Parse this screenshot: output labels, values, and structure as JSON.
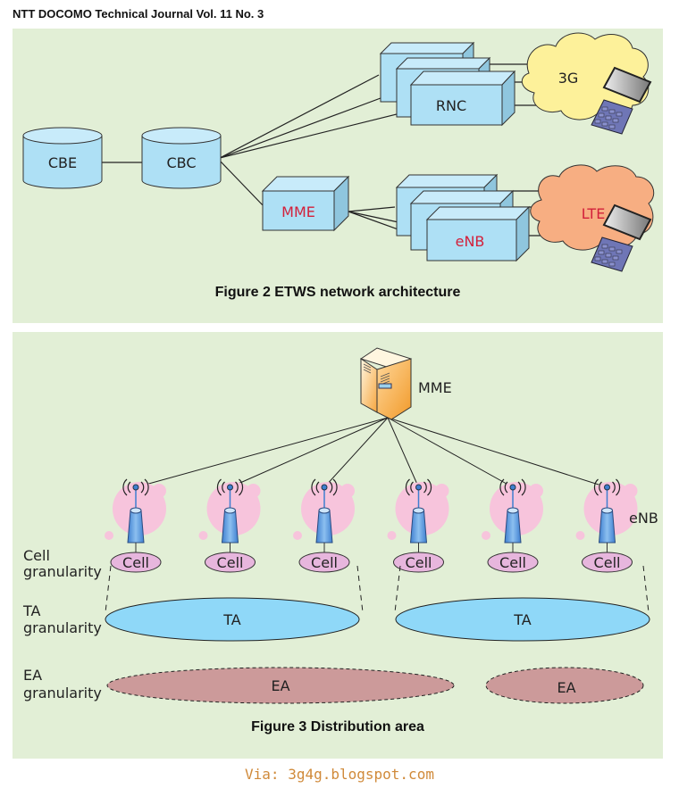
{
  "header": {
    "journal_title": "NTT DOCOMO Technical Journal Vol. 11 No. 3"
  },
  "figure2": {
    "caption": "Figure 2  ETWS network architecture",
    "nodes": {
      "cbe": "CBE",
      "cbc": "CBC",
      "rnc": "RNC",
      "mme": "MME",
      "enb": "eNB"
    },
    "clouds": {
      "g3": "3G",
      "lte": "LTE"
    },
    "colors": {
      "node_fill": "#aee0f5",
      "cloud_3g": "#fdf19a",
      "cloud_lte": "#f7ae82",
      "red_label": "#d3203a"
    }
  },
  "figure3": {
    "caption": "Figure 3  Distribution area",
    "mme_label": "MME",
    "enb_label": "eNB",
    "cell_label": "Cell",
    "cell_count": 6,
    "ta_label": "TA",
    "ea_label": "EA",
    "granularity_labels": {
      "cell": [
        "Cell",
        "granularity"
      ],
      "ta": [
        "TA",
        "granularity"
      ],
      "ea": [
        "EA",
        "granularity"
      ]
    },
    "colors": {
      "ta_fill": "#8fd8f8",
      "ea_fill": "#cc9a9a",
      "cell_fill": "#e7b6dd",
      "coverage_fill": "#f7c4dc"
    }
  },
  "footer": {
    "via": "Via: 3g4g.blogspot.com"
  }
}
